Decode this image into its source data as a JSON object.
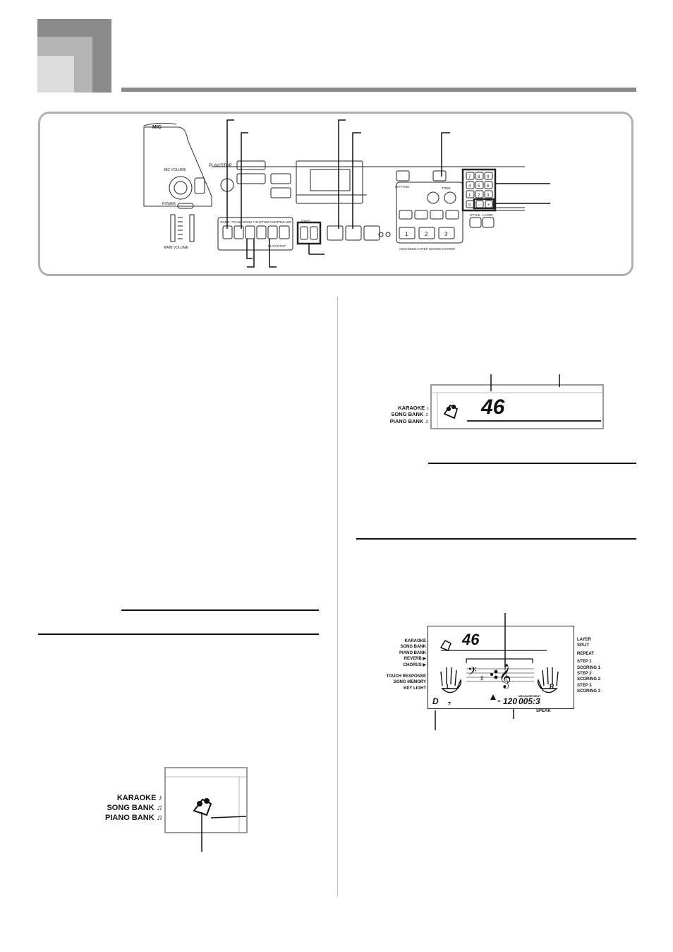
{
  "keyboard_panel": {
    "mic_label": "MIC",
    "mic_volume_label": "MIC VOLUME",
    "power_label": "POWER",
    "main_volume_label": "MAIN VOLUME",
    "play_stop_label": "PLAY/STOP",
    "song_bank_controller_label": "SONG / PIANO BANK / RHYTHM CONTROLLER",
    "play_stop_button_label": "PLAY/STOP",
    "tempo_label": "TEMPO",
    "rhythm_label": "RHYTHM",
    "tone_label": "TONE",
    "style_label": "STYLE",
    "layer_label": "LAYER",
    "lesson_system_label": "ADVANCED 3-STEP LESSON SYSTEM",
    "step_labels": [
      "1",
      "2",
      "3"
    ],
    "numpad_keys": [
      "7",
      "8",
      "9",
      "4",
      "5",
      "6",
      "1",
      "2",
      "3",
      "0",
      "−",
      "+"
    ]
  },
  "display_a": {
    "side_labels": [
      "KARAOKE",
      "SONG BANK",
      "PIANO BANK"
    ]
  },
  "display_b": {
    "number": "46",
    "side_labels": [
      "KARAOKE",
      "SONG BANK",
      "PIANO BANK"
    ]
  },
  "display_c": {
    "number": "46",
    "left_labels": [
      "KARAOKE",
      "SONG BANK",
      "PIANO BANK",
      "REVERB ▶",
      "CHORUS ▶",
      "",
      "TOUCH RESPONSE",
      "SONG MEMORY",
      "KEY LIGHT"
    ],
    "right_labels": [
      "LAYER",
      "SPLIT",
      "REPEAT",
      "STEP 1",
      "SCORING 1",
      "STEP 2",
      "SCORING 2",
      "STEP 3",
      "SCORING 3"
    ],
    "hand_left": "L",
    "hand_right": "R",
    "tempo_value": "120",
    "measure_beat": "005:3",
    "measure_beat_label": "MEASURE BEAT",
    "chord_root": "D",
    "chord_suffix": "7",
    "speak_label": "SPEAK"
  }
}
